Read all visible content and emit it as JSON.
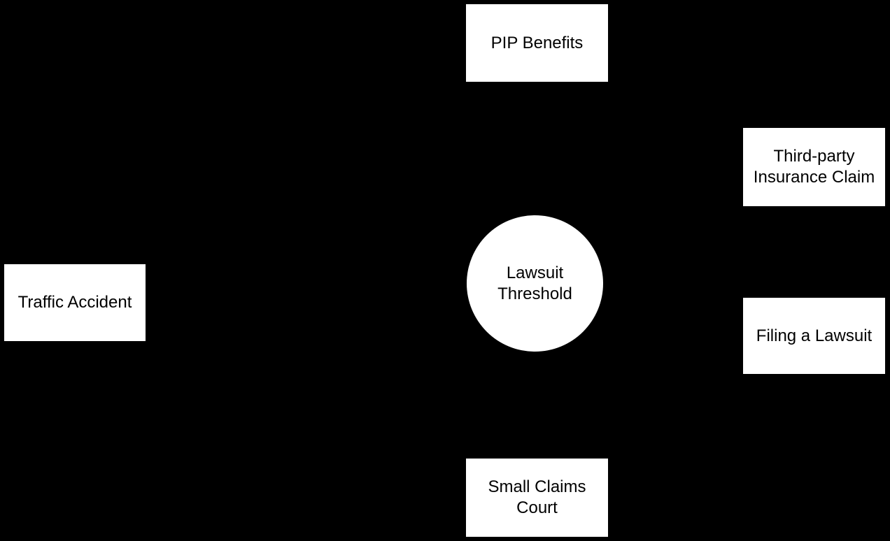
{
  "diagram": {
    "title": "Lawsuit Threshold flow diagram",
    "colors": {
      "background": "#000000",
      "node_fill": "#ffffff",
      "node_text": "#000000"
    }
  },
  "nodes": [
    {
      "id": "pip-benefits",
      "shape": "rectangle",
      "label": "PIP Benefits"
    },
    {
      "id": "third-party-insurance-claim",
      "shape": "rectangle",
      "label": "Third-party Insurance Claim"
    },
    {
      "id": "traffic-accident",
      "shape": "rectangle",
      "label": "Traffic Accident"
    },
    {
      "id": "lawsuit-threshold",
      "shape": "circle",
      "label": "Lawsuit Threshold"
    },
    {
      "id": "filing-a-lawsuit",
      "shape": "rectangle",
      "label": "Filing a Lawsuit"
    },
    {
      "id": "small-claims-court",
      "shape": "rectangle",
      "label": "Small Claims Court"
    }
  ]
}
